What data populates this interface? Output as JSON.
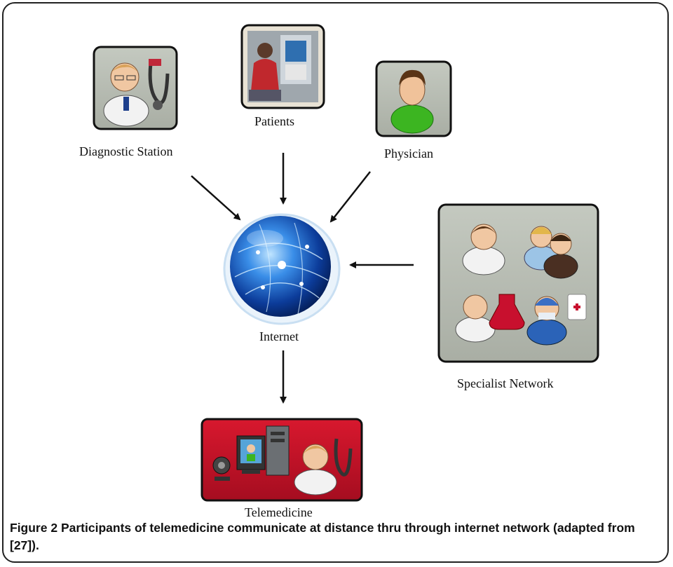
{
  "nodes": {
    "diagnostic_station": "Diagnostic Station",
    "patients": "Patients",
    "physician": "Physician",
    "internet": "Internet",
    "specialist_network": "Specialist Network",
    "telemedicine": "Telemedicine"
  },
  "caption": {
    "figure_label": "Figure 2",
    "text": "Participants of telemedicine communicate at distance thru through internet network (adapted from [27])."
  },
  "colors": {
    "icon_panel": "#b7bdb3",
    "telemedicine_panel": "#c8102e",
    "globe": "#1c5fc4",
    "physician_shirt": "#3cb521"
  }
}
